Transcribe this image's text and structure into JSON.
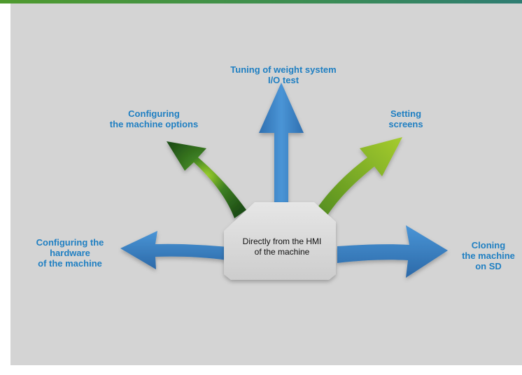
{
  "colors": {
    "background": "#d4d4d4",
    "label_text": "#1f7fc2",
    "blue_arrow": "#3a83c6",
    "dark_green_arrow": "#2e6a1f",
    "light_green_arrow": "#7fb52a",
    "center_shape": "#dcdcdc"
  },
  "center": {
    "text": "Directly from the HMI\nof the machine"
  },
  "branches": [
    {
      "id": "top",
      "label": "Tuning of weight system\nI/O test",
      "arrow_color": "blue"
    },
    {
      "id": "upper-left",
      "label": "Configuring\nthe machine options",
      "arrow_color": "dark-green"
    },
    {
      "id": "upper-right",
      "label": "Setting\nscreens",
      "arrow_color": "light-green"
    },
    {
      "id": "left",
      "label": "Configuring the\nhardware\nof the machine",
      "arrow_color": "blue"
    },
    {
      "id": "right",
      "label": "Cloning\nthe machine\non SD",
      "arrow_color": "blue"
    }
  ]
}
